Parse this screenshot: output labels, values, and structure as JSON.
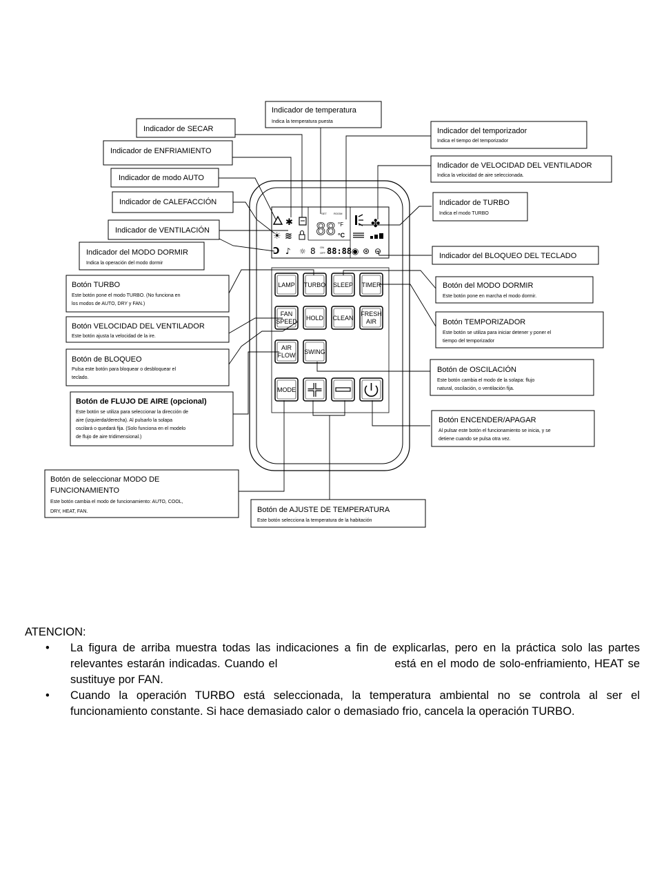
{
  "callouts": {
    "temperatura": {
      "title": "Indicador de temperatura",
      "desc": "Indica la temperatura puesta"
    },
    "secar": {
      "title": "Indicador de SECAR"
    },
    "enfriamiento": {
      "title": "Indicador de ENFRIAMIENTO"
    },
    "auto": {
      "title": "Indicador de modo AUTO"
    },
    "calefaccion": {
      "title": "Indicador de CALEFACCIÓN"
    },
    "ventilacion": {
      "title": "Indicador de VENTILACIÓN"
    },
    "modo_dormir_ind": {
      "title": "Indicador del  MODO DORMIR",
      "desc": "Indica la operación del modo dormir"
    },
    "temporizador_ind": {
      "title": "Indicador del temporizador",
      "desc": "Indica el tiempo del temporizador"
    },
    "velocidad_ind": {
      "title": "Indicador de VELOCIDAD DEL VENTILADOR",
      "desc": "Indica la velocidad de aire seleccionada."
    },
    "turbo_ind": {
      "title": "Indicador de TURBO",
      "desc": "Indica el modo TURBO"
    },
    "bloqueo_ind": {
      "title": "Indicador del BLOQUEO DEL TECLADO"
    },
    "turbo_btn": {
      "title": "Botón TURBO",
      "desc1": "Este botón pone el modo TURBO. (No funciona en",
      "desc2": "los modos de AUTO, DRY y FAN.)"
    },
    "velocidad_btn": {
      "title": "Botón VELOCIDAD DEL  VENTILADOR",
      "desc": "Este botón ajusta la velocidad de la ire."
    },
    "bloqueo_btn": {
      "title": "Botón de BLOQUEO",
      "desc1": "Pulsa este botón para bloquear o desbloquear el",
      "desc2": "teclado."
    },
    "flujo_btn": {
      "title": "Botón de FLUJO DE AIRE (opcional)",
      "desc1": "Este botón se utiliza para seleccionar la dirección de",
      "desc2": "aire (izquierda/derecha). Al pulsarlo la solapa",
      "desc3": "oscilará o quedará fija. (Solo funciona en el modelo",
      "desc4": "de flujo de aire tridimensional.)"
    },
    "dormir_btn": {
      "title": "Botón del MODO DORMIR",
      "desc": "Este botón pone en marcha el modo dormir."
    },
    "temporizador_btn": {
      "title": "Botón TEMPORIZADOR",
      "desc1": "Este botón se utiliza para iniciar detener y poner el",
      "desc2": "tiempo del temporizador"
    },
    "oscilacion_btn": {
      "title": "Botón de OSCILACIÓN",
      "desc1": "Este botón cambia el modo de la solapa: flujo",
      "desc2": "natural, oscilación, o ventilación fija."
    },
    "encender_btn": {
      "title": "Botón ENCENDER/APAGAR",
      "desc1": "Al pulsar este botón el funcionamiento se inicia, y se",
      "desc2": "detiene cuando se pulsa otra vez."
    },
    "modo_btn": {
      "title1": "Botón de seleccionar MODO DE",
      "title2": "FUNCIONAMIENTO",
      "desc1": "Este botón cambia el modo de funcionamiento: AUTO, COOL,",
      "desc2": "DRY, HEAT, FAN."
    },
    "ajuste_btn": {
      "title": "Botón de AJUSTE DE TEMPERATURA",
      "desc": "Este botón selecciona la temperatura de la habitación"
    }
  },
  "remote": {
    "buttons": {
      "lamp": "LAMP",
      "turbo": "TURBO",
      "sleep": "SLEEP",
      "timer": "TIMER",
      "fan1": "FAN",
      "fan2": "SPEED",
      "hold": "HOLD",
      "clean": "CLEAN",
      "fresh1": "FRESH",
      "fresh2": "AIR",
      "air1": "AIR",
      "air2": "FLOW",
      "swing": "SWING",
      "mode": "MODE"
    },
    "display": {
      "set": "SET",
      "room": "ROOM",
      "temp": "88",
      "timer": "88:88",
      "unit_f": "°F",
      "unit_c": "°C",
      "on": "ON",
      "off": "OFF"
    }
  },
  "note": {
    "heading": "ATENCION:",
    "b1a": "La figura de arriba muestra todas las indicaciones a fin de explicarlas, pero en la práctica solo las partes relevantes estarán indicadas. Cuando el",
    "b1b": "está en el modo de solo-enfriamiento, HEAT se sustituye por FAN.",
    "b2": "Cuando la operación TURBO está seleccionada, la temperatura ambiental no se controla  al ser el funcionamiento constante. Si hace demasiado calor o demasiado frio, cancela la operación TURBO.",
    "bullet": "•"
  }
}
